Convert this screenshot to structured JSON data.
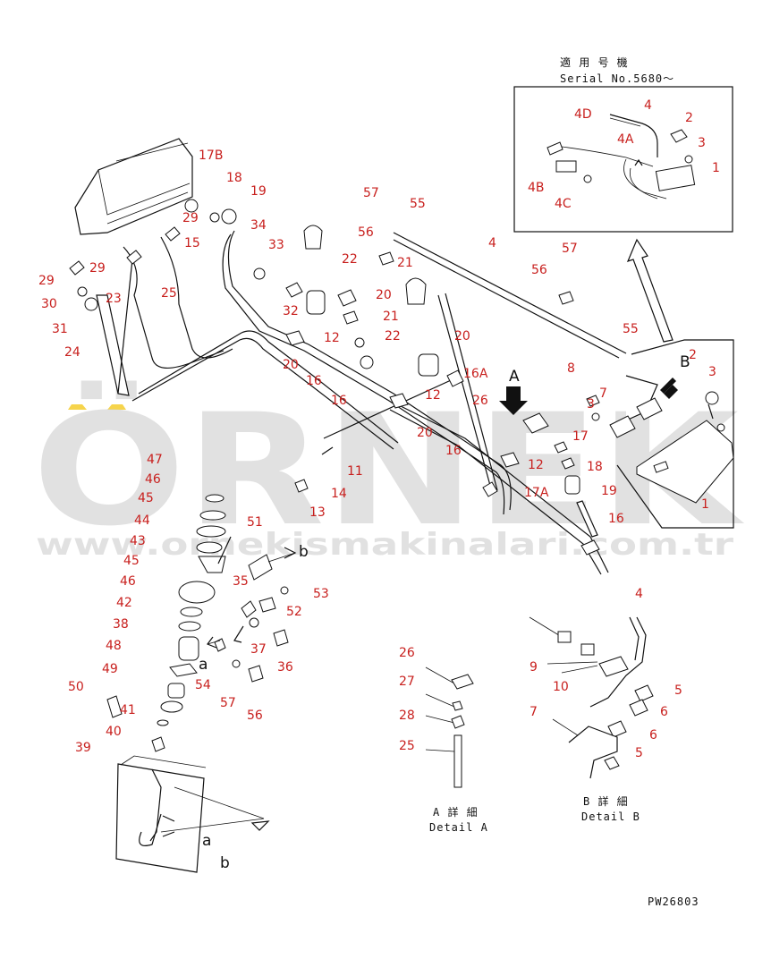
{
  "serial_note": {
    "line1": "適 用 号 機",
    "line2": "Serial No.5680～"
  },
  "watermark": {
    "main": "ÖRNEK",
    "sub": "www.ornekismakinalari.com.tr"
  },
  "drawing_code": "PW26803",
  "detail_a": {
    "line1": "A 詳 細",
    "line2": "Detail A"
  },
  "detail_b": {
    "line1": "B 詳 細",
    "line2": "Detail B"
  },
  "view_letters": {
    "a_upper": "A",
    "b_upper": "B",
    "a1": "a",
    "b1": "b",
    "a2": "a",
    "b2": "b"
  },
  "labels": [
    "17B",
    "18",
    "19",
    "29",
    "34",
    "15",
    "33",
    "29",
    "25",
    "23",
    "29",
    "30",
    "31",
    "24",
    "32",
    "57",
    "55",
    "56",
    "21",
    "22",
    "20",
    "21",
    "22",
    "12",
    "20",
    "4",
    "57",
    "56",
    "55",
    "16",
    "20",
    "16",
    "12",
    "16A",
    "26",
    "20",
    "16",
    "12",
    "11",
    "14",
    "13",
    "17A",
    "18",
    "19",
    "16",
    "8",
    "3",
    "7",
    "17",
    "2",
    "3",
    "1",
    "4D",
    "4",
    "2",
    "3",
    "4A",
    "1",
    "4B",
    "4C",
    "47",
    "46",
    "45",
    "44",
    "43",
    "45",
    "46",
    "42",
    "38",
    "48",
    "49",
    "50",
    "41",
    "40",
    "39",
    "51",
    "35",
    "53",
    "52",
    "37",
    "36",
    "54",
    "57",
    "56",
    "26",
    "27",
    "28",
    "25",
    "4",
    "9",
    "10",
    "5",
    "6",
    "7",
    "6",
    "5"
  ],
  "colors": {
    "part_numbers": "#c8201e",
    "watermark": "#d0d0d0",
    "watermark_accent": "#f2c200"
  }
}
